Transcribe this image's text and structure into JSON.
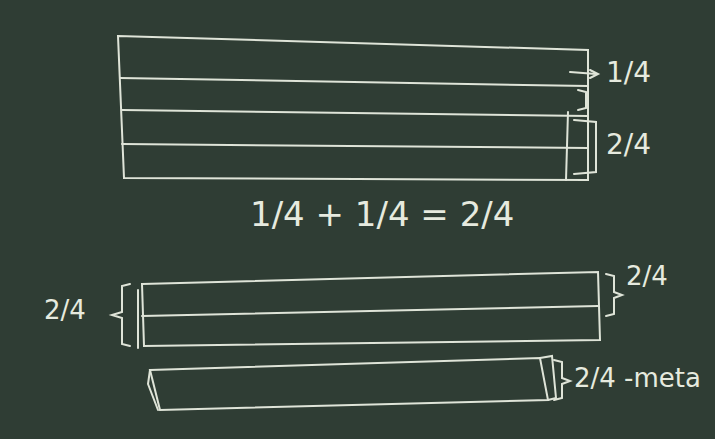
{
  "diagram": {
    "labels": [
      "1/4",
      "2/4",
      "1/4 + 1/4 = 2/4",
      "2/4",
      "2/4",
      "2/4 -meta"
    ]
  }
}
